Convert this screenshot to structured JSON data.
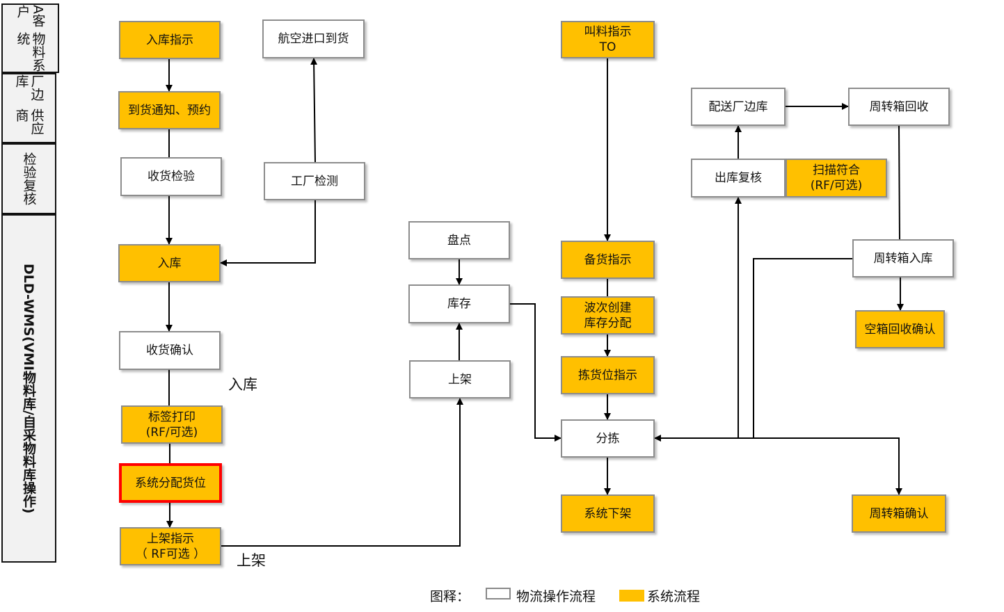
{
  "lanes": {
    "a_customer_1": "A客户",
    "a_customer_2": "物料系统",
    "factory_1": "厂边库",
    "factory_2": "供应商",
    "inspection": "检验复核",
    "wms": "DLD-WMS(VMI物料库/自采物料库操作)"
  },
  "boxes": {
    "inbound_instruction": "入库指示",
    "arrival_notice": "到货通知、预约",
    "receiving_inspection": "收货检验",
    "inbound": "入库",
    "receiving_confirm": "收货确认",
    "label_print": "标签打印\n(RF/可选)",
    "system_allocate": "系统分配货位",
    "putaway_instruction": "上架指示\n（  RF可选 ）",
    "air_import": "航空进口到货",
    "factory_inspection": "工厂检测",
    "stocktake": "盘点",
    "inventory": "库存",
    "putaway": "上架",
    "call_material": "叫料指示\nTO",
    "prepare_instruction": "备货指示",
    "wave_create": "波次创建\n库存分配",
    "pick_instruction": "拣货位指示",
    "sorting": "分拣",
    "system_offshelf": "系统下架",
    "deliver_factory": "配送厂边库",
    "tote_recycle": "周转箱回收",
    "outbound_check": "出库复核",
    "scan_match": "扫描符合\n(RF/可选)",
    "tote_inbound": "周转箱入库",
    "empty_recycle_confirm": "空箱回收确认",
    "tote_confirm": "周转箱确认"
  },
  "labels": {
    "inbound": "入库",
    "putaway": "上架"
  },
  "legend": {
    "title": "图释：",
    "physical": "物流操作流程",
    "system": "系统流程"
  },
  "colors": {
    "system": "#ffc000",
    "physical": "#ffffff",
    "highlight": "#ff0000"
  }
}
